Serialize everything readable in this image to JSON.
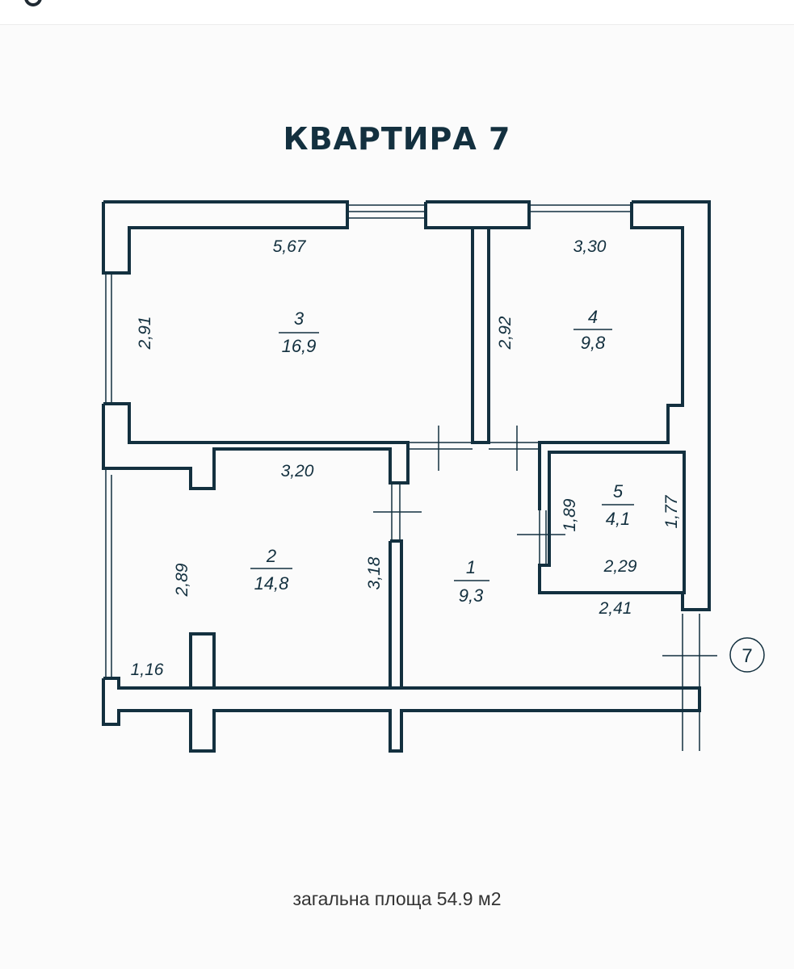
{
  "title": "КВАРТИРА 7",
  "total_area_text": "загальна площа 54.9 м2",
  "apartment_marker": "7",
  "rooms": [
    {
      "number": "1",
      "area": "9,3"
    },
    {
      "number": "2",
      "area": "14,8"
    },
    {
      "number": "3",
      "area": "16,9"
    },
    {
      "number": "4",
      "area": "9,8"
    },
    {
      "number": "5",
      "area": "4,1"
    }
  ],
  "dimensions": {
    "room3_width": "5,67",
    "room3_height": "2,91",
    "room4_width": "3,30",
    "room4_height": "2,92",
    "room2_width": "3,20",
    "room2_height_left": "2,89",
    "room2_height_right": "3,18",
    "room2_wall_segment": "1,16",
    "room5_width": "2,29",
    "room5_height_left": "1,89",
    "room5_height_right": "1,77",
    "corridor_width": "2,41"
  },
  "colors": {
    "wall": "#13303f",
    "background": "#fbfbfb"
  }
}
